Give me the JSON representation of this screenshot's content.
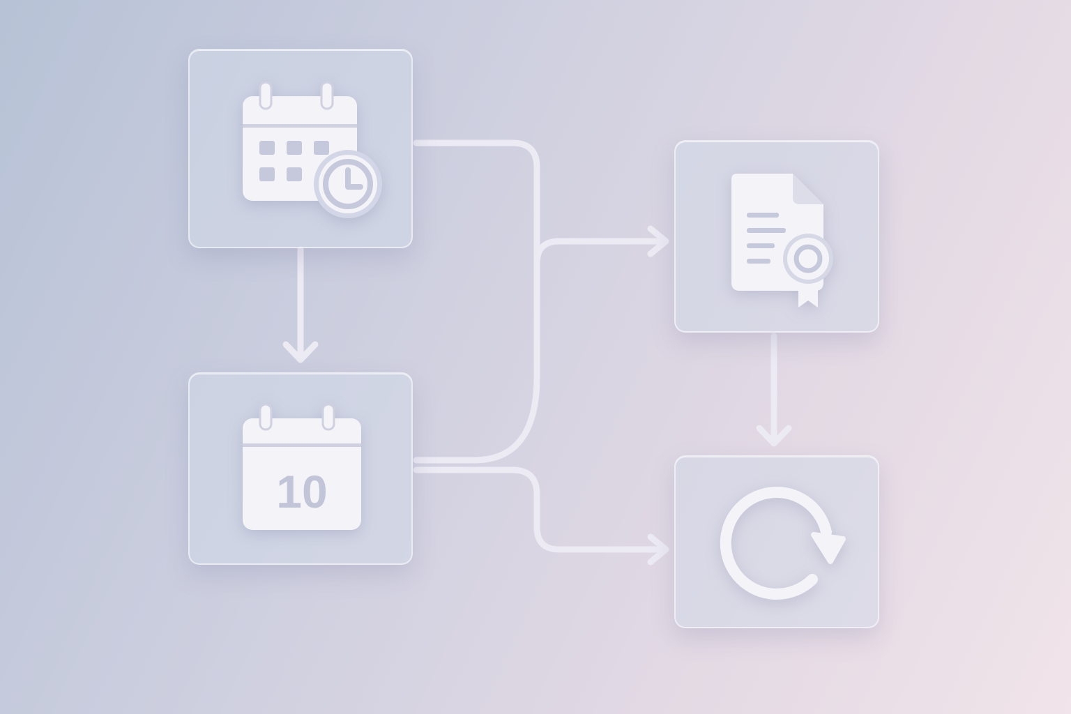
{
  "diagram": {
    "colors": {
      "background_start": "#b7c2d6",
      "background_end": "#f1e4ea",
      "connector": "#eceaf3",
      "icon_fill": "#f4f3f8",
      "icon_cutout": "#c6c9dc"
    },
    "nodes": [
      {
        "id": "schedule",
        "icon": "calendar-clock-icon"
      },
      {
        "id": "date",
        "icon": "calendar-day-icon",
        "day_number": "10"
      },
      {
        "id": "certificate",
        "icon": "certificate-document-icon"
      },
      {
        "id": "renewal",
        "icon": "refresh-icon"
      }
    ],
    "edges": [
      {
        "from": "schedule",
        "to": "date"
      },
      {
        "from": "schedule",
        "to": "certificate"
      },
      {
        "from": "date",
        "to": "certificate"
      },
      {
        "from": "date",
        "to": "renewal"
      },
      {
        "from": "certificate",
        "to": "renewal"
      }
    ]
  }
}
